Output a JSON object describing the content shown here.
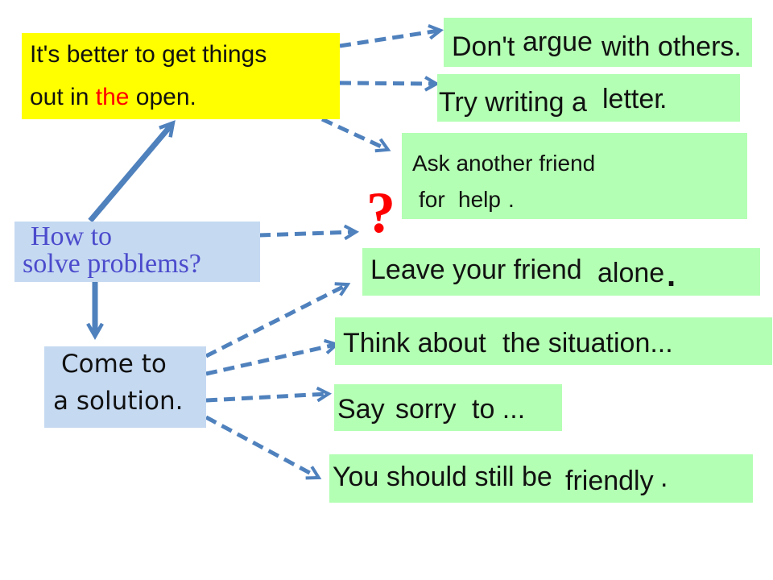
{
  "colors": {
    "yellow_box": "#ffff00",
    "blue_box": "#c5d9f1",
    "green_box": "#b3ffb3",
    "arrow": "#4f81bd",
    "red_text": "#ff0000",
    "center_text": "#4b4bcc"
  },
  "top_box": {
    "line1": "It's better to get things",
    "line2_a": "out in ",
    "line2_red": "the",
    "line2_b": " open."
  },
  "center_box": {
    "line1": "How to",
    "line2": "solve problems?"
  },
  "bottom_box": {
    "line1": "Come to",
    "line2": "a solution."
  },
  "question_mark": "?",
  "options": {
    "o1": {
      "a": "Don't",
      "b": "argue",
      "c": "with others."
    },
    "o2": {
      "a": "Try writing a",
      "b": "letter",
      "c": "."
    },
    "o3": {
      "line1": "Ask another friend",
      "line2a": "for",
      "line2b": "help",
      "line2c": "."
    },
    "o4": {
      "a": "Leave your friend",
      "b": "alone",
      "c": "."
    },
    "o5": {
      "a": "Think about",
      "b": "the situation..."
    },
    "o6": {
      "a": "Say",
      "b": "sorry",
      "c": "to ..."
    },
    "o7": {
      "a": "You should still be",
      "b": "friendly",
      "c": "."
    }
  }
}
